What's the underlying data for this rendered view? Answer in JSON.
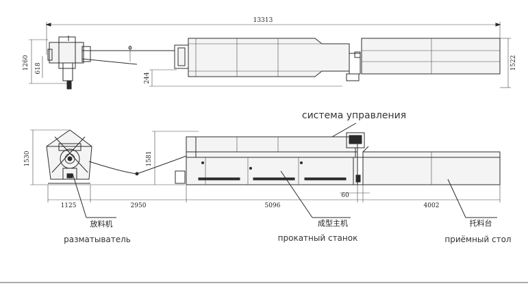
{
  "dimensions": {
    "top_total_length": "13313",
    "top_height_left_outer": "1260",
    "top_height_left_inner": "618",
    "top_height_mid": "244",
    "top_height_right": "1522",
    "side_height_left": "1530",
    "side_height_machine": "1581",
    "seg_decoiler": "1125",
    "seg_gap": "2950",
    "seg_machine": "5096",
    "seg_offset": "60",
    "seg_table": "4002"
  },
  "labels": {
    "control_system_ru": "система управления",
    "decoiler_cn": "放料机",
    "decoiler_ru": "разматыватель",
    "machine_cn": "成型主机",
    "machine_ru": "прокатный станок",
    "table_cn": "托料台",
    "table_ru": "приёмный стол"
  }
}
